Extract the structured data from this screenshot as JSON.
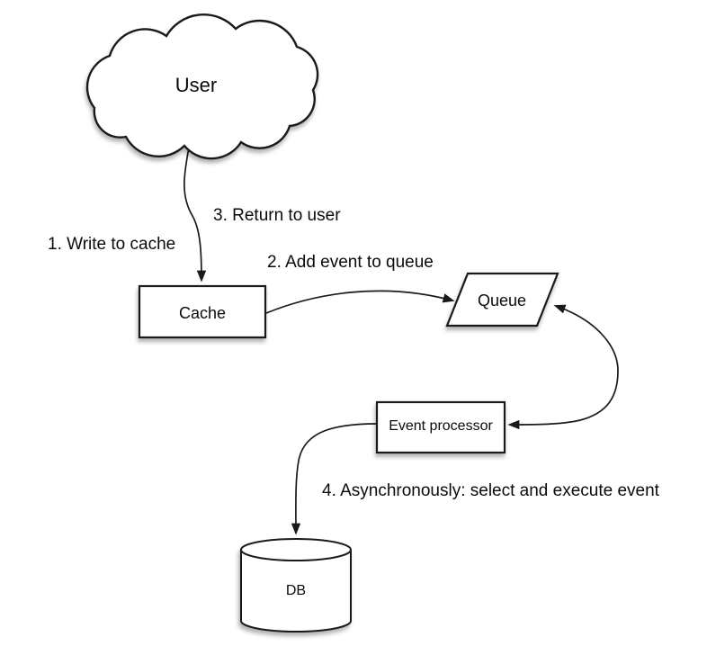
{
  "diagram": {
    "colors": {
      "background": "#ffffff",
      "stroke": "#1a1a1a",
      "shape_fill": "#ffffff",
      "text": "#0a0a0a"
    },
    "nodes": {
      "user": {
        "label": "User",
        "shape": "cloud"
      },
      "cache": {
        "label": "Cache",
        "shape": "rectangle"
      },
      "queue": {
        "label": "Queue",
        "shape": "parallelogram"
      },
      "event_processor": {
        "label": "Event processor",
        "shape": "rectangle"
      },
      "db": {
        "label": "DB",
        "shape": "cylinder"
      }
    },
    "edges": [
      {
        "from": "user",
        "to": "cache",
        "label": "1. Write to cache",
        "bidirectional": false
      },
      {
        "from": "cache",
        "to": "queue",
        "label": "2. Add event to queue",
        "bidirectional": false
      },
      {
        "from": "cache",
        "to": "user",
        "label": "3. Return to user",
        "bidirectional": false
      },
      {
        "from": "queue",
        "to": "event_processor",
        "bidirectional": true
      },
      {
        "from": "event_processor",
        "to": "db",
        "label": "4. Asynchronously: select and execute event",
        "bidirectional": false
      }
    ]
  }
}
